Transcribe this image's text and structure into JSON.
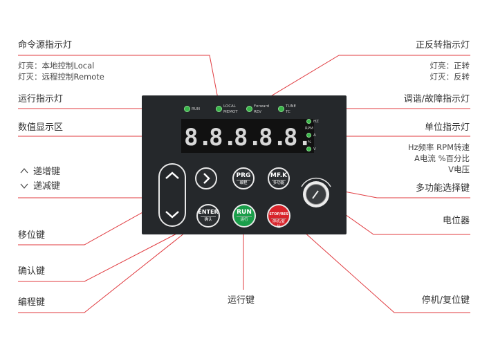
{
  "labels": {
    "cmd_source": "命令源指示灯",
    "cmd_on": "灯亮：本地控制Local",
    "cmd_off": "灯灭：远程控制Remote",
    "fwd_rev": "正反转指示灯",
    "fwd_on": "灯亮：正转",
    "fwd_off": "灯灭：反转",
    "run_led": "运行指示灯",
    "tune_led": "调谐/故障指示灯",
    "display_area": "数值显示区",
    "unit_led": "单位指示灯",
    "unit_line1": "Hz频率   RPM转速",
    "unit_line2": "A电流    %百分比",
    "unit_line3": "V电压",
    "up_key": "递增键",
    "down_key": "递减键",
    "multi_key": "多功能选择键",
    "potentiometer": "电位器",
    "shift_key": "移位键",
    "enter_key": "确认键",
    "prg_key": "编程键",
    "run_key": "运行键",
    "stop_key": "停机/复位键"
  },
  "panel": {
    "led_run": "RUN",
    "led_local": "LOCAL",
    "led_local_sub": "MEMOT",
    "led_fwd": "Forward",
    "led_fwd_sub": "REV",
    "led_tune": "TUNE",
    "led_tune_sub": "TC",
    "digits": [
      "8.",
      "8.",
      "8.",
      "8.",
      "8."
    ],
    "unit_hz": "HZ",
    "unit_rpm": "RPM",
    "unit_a": "A",
    "unit_pct": "%",
    "unit_v": "V",
    "btn_prg": "PRG",
    "btn_prg_sub": "编程",
    "btn_mfk": "MF.K",
    "btn_mfk_sub": "多功能",
    "btn_enter": "ENTER",
    "btn_enter_sub": "确认",
    "btn_run": "RUN",
    "btn_run_sub": "运行",
    "btn_stop": "STOP/RES",
    "btn_stop_sub": "停机/复位"
  },
  "colors": {
    "callout_line": "#e0393e",
    "panel_bg": "#25282b",
    "led_green": "#39b54a",
    "run_button": "#1a9e4a",
    "stop_button": "#d8232a"
  },
  "icons": {
    "up": "chevron-up-icon",
    "down": "chevron-down-icon",
    "shift": "chevron-right-icon"
  }
}
